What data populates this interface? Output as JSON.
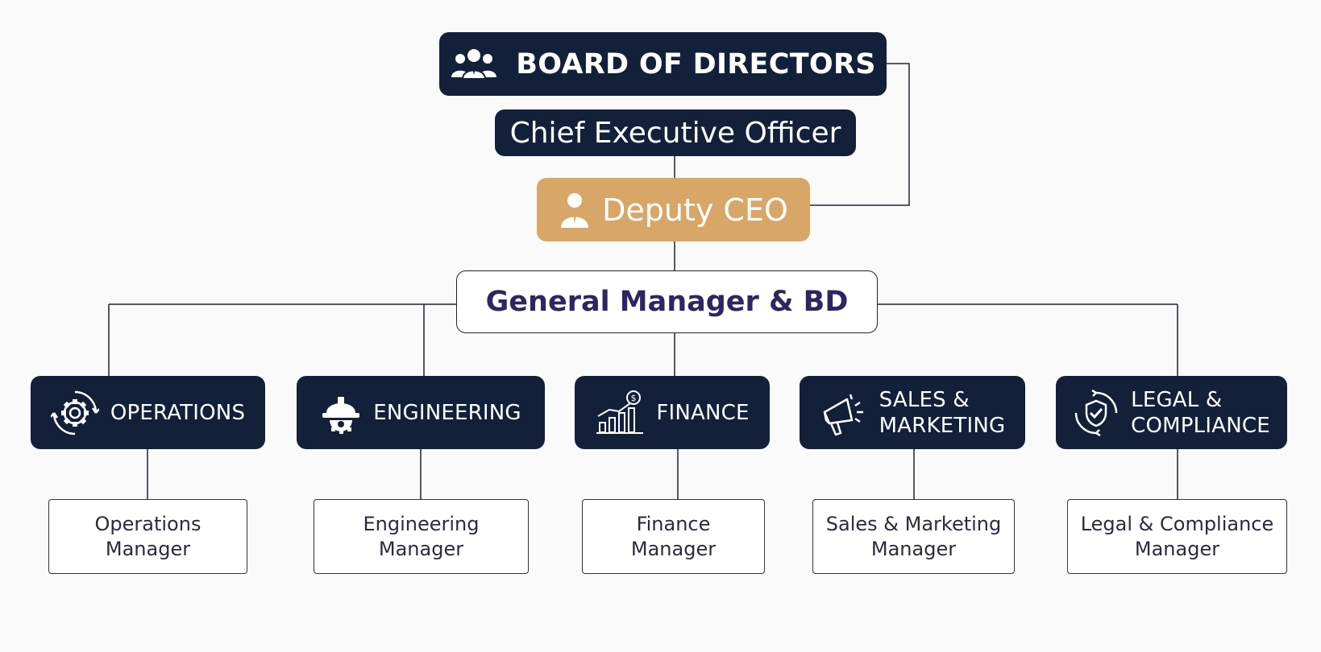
{
  "board": {
    "label": "BOARD OF DIRECTORS",
    "icon": "people-group-icon"
  },
  "ceo": {
    "label": "Chief Executive Officer"
  },
  "deputy_ceo": {
    "label": "Deputy CEO",
    "icon": "person-icon"
  },
  "general_manager": {
    "label": "General Manager & BD"
  },
  "departments": [
    {
      "line1": "OPERATIONS",
      "line2": "",
      "icon": "gear-icon",
      "manager_line1": "Operations",
      "manager_line2": "Manager"
    },
    {
      "line1": "ENGINEERING",
      "line2": "",
      "icon": "hard-hat-icon",
      "manager_line1": "Engineering",
      "manager_line2": "Manager"
    },
    {
      "line1": "FINANCE",
      "line2": "",
      "icon": "finance-chart-icon",
      "manager_line1": "Finance",
      "manager_line2": "Manager"
    },
    {
      "line1": "SALES &",
      "line2": "MARKETING",
      "icon": "megaphone-icon",
      "manager_line1": "Sales & Marketing",
      "manager_line2": "Manager"
    },
    {
      "line1": "LEGAL &",
      "line2": "COMPLIANCE",
      "icon": "shield-check-icon",
      "manager_line1": "Legal & Compliance",
      "manager_line2": "Manager"
    }
  ],
  "colors": {
    "navy": "#13203a",
    "gold": "#d8a667",
    "gm_text": "#2c2760",
    "line": "#1f2233"
  }
}
